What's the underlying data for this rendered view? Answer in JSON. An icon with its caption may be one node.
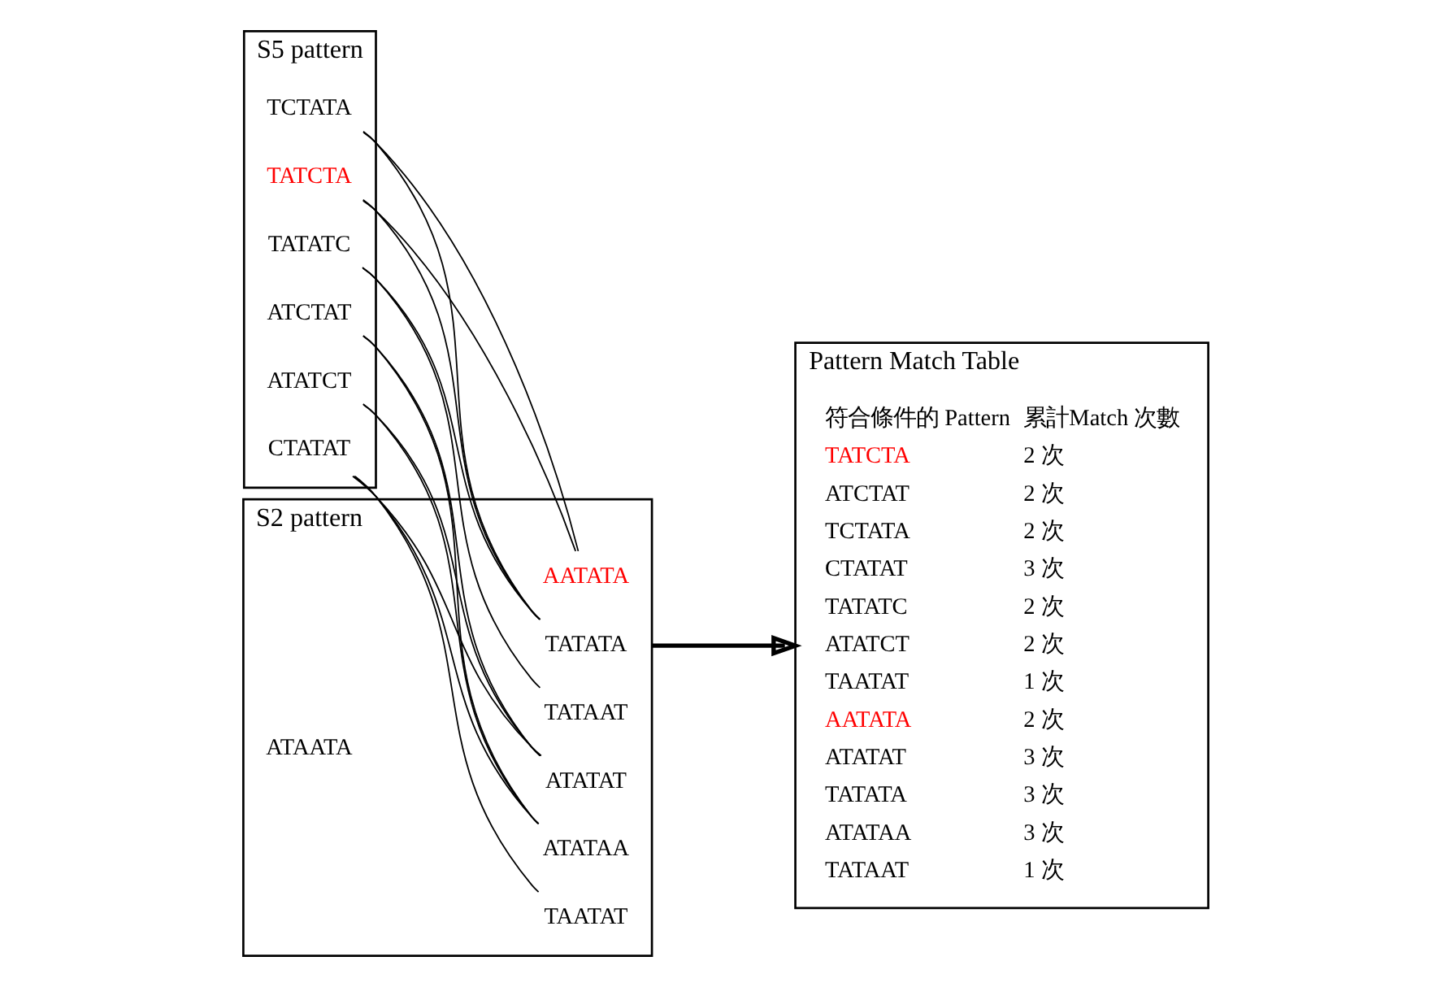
{
  "diagram": {
    "nodes": [
      {
        "text": [
          "S5 pattern"
        ]
      },
      {
        "text": [
          "TATCTA"
        ],
        "in": 0
      },
      {
        "text": [
          "ATCTAT"
        ],
        "in": 0
      },
      {
        "text": [
          "TCTATA"
        ],
        "in": 0
      },
      {
        "text": [
          "CTATAT"
        ],
        "in": 0
      },
      {
        "text": [
          "TATATC"
        ],
        "in": 0
      },
      {
        "text": [
          "ATATCT"
        ],
        "in": 0
      },
      {
        "text": [
          "S2 pattern"
        ]
      },
      {
        "text": [
          "TAATAT"
        ],
        "in": 7
      },
      {
        "text": [
          "AATATA"
        ],
        "in": 7
      },
      {
        "text": [
          "ATATAT"
        ],
        "in": 7
      },
      {
        "text": [
          "TATATA"
        ],
        "in": 7
      },
      {
        "text": [
          "ATATAA"
        ],
        "in": 7
      },
      {
        "text": [
          "TATAAT"
        ],
        "in": 7
      },
      {
        "text": [
          "ATAATA"
        ],
        "in": 7
      },
      {
        "text": [
          "Pattern Match Table"
        ]
      }
    ],
    "edges": [
      {
        "from": 1,
        "to": 9,
        "arrow": "none"
      },
      {
        "from": 1,
        "to": 11,
        "arrow": "none"
      },
      {
        "from": 2,
        "to": 10,
        "arrow": "none"
      },
      {
        "from": 2,
        "to": 12,
        "arrow": "none"
      },
      {
        "from": 3,
        "to": 9,
        "arrow": "none"
      },
      {
        "from": 3,
        "to": 11,
        "arrow": "none"
      },
      {
        "from": 4,
        "to": 8,
        "arrow": "none"
      },
      {
        "from": 4,
        "to": 10,
        "arrow": "none"
      },
      {
        "from": 4,
        "to": 12,
        "arrow": "none"
      },
      {
        "from": 5,
        "to": 11,
        "arrow": "none"
      },
      {
        "from": 5,
        "to": 13,
        "arrow": "none"
      },
      {
        "from": 6,
        "to": 10,
        "arrow": "none"
      },
      {
        "from": 6,
        "to": 12,
        "arrow": "none"
      },
      {
        "from": 7,
        "to": 15,
        "arrow": "to",
        "style": "thick"
      }
    ],
    "labels": [
      "符合條件的 Pattern",
      "累計Match 次數",
      "TATCTA",
      "2 次",
      "ATCTAT",
      "2 次",
      "TCTATA",
      "2 次",
      "CTATAT",
      "3 次",
      "TATATC",
      "2 次",
      "ATATCT",
      "2 次",
      "TAATAT",
      "1 次",
      "AATATA",
      "2 次",
      "ATATAT",
      "3 次",
      "TATATA",
      "3 次",
      "ATATAA",
      "3 次",
      "TATAAT",
      "1 次"
    ]
  }
}
